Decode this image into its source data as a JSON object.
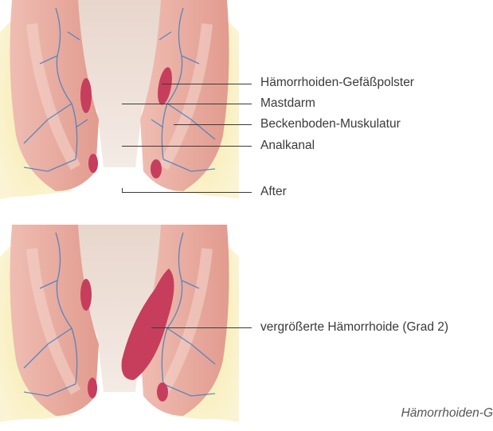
{
  "diagram_top": {
    "labels": [
      "Hämorrhoiden-Gefäßpolster",
      "Mastdarm",
      "Beckenboden-Muskulatur",
      "Analkanal",
      "After"
    ]
  },
  "diagram_bottom": {
    "labels": [
      "vergrößerte Hämorrhoide (Grad 2)"
    ]
  },
  "caption": "Hämorrhoiden-G",
  "colors": {
    "fat": "#f6e9a6",
    "tissue": "#e5a79c",
    "tissue_light": "#f1c6bc",
    "lumen": "#ead9cf",
    "vessel": "#3e7fc0",
    "hemorrhoid": "#c63e5c",
    "line": "#3a3a3a"
  }
}
